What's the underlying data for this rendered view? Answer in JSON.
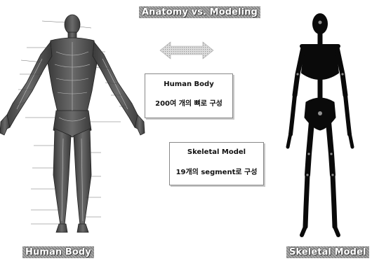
{
  "banners": {
    "title": "Anatomy vs. Modeling",
    "human": "Human Body",
    "skeletal": "Skeletal Model"
  },
  "boxes": {
    "human": {
      "title": "Human Body",
      "subtitle": "200여 개의 뼈로 구성"
    },
    "skeletal": {
      "title": "Skeletal Model",
      "subtitle": "19개의 segment로 구성"
    }
  },
  "icons": {
    "arrow": "double-headed-arrow-icon",
    "human": "human-anatomy-figure",
    "skeleton": "skeletal-model-figure"
  }
}
